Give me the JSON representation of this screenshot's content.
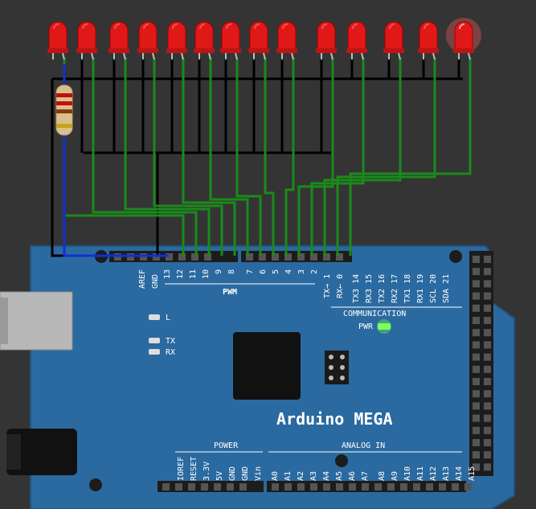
{
  "board": {
    "name": "Arduino MEGA",
    "top_header_left": [
      "AREF",
      "GND",
      "13",
      "12",
      "11",
      "10",
      "9",
      "8"
    ],
    "top_header_mid": [
      "7",
      "6",
      "5",
      "4",
      "3",
      "2",
      "TX→ 1",
      "RX← 0"
    ],
    "top_header_right": [
      "TX3 14",
      "RX3 15",
      "TX2 16",
      "RX2 17",
      "TX1 18",
      "RX1 19",
      "SCL 20",
      "SDA 21"
    ],
    "pwm_label": "PWM",
    "communication_label": "COMMUNICATION",
    "pwr_label": "PWR",
    "led_l_label": "L",
    "led_tx_label": "TX",
    "led_rx_label": "RX",
    "power_label": "POWER",
    "power_pins": [
      "IOREF",
      "RESET",
      "3.3V",
      "5V",
      "GND",
      "GND",
      "Vin"
    ],
    "analog_label": "ANALOG IN",
    "analog_pins": [
      "A0",
      "A1",
      "A2",
      "A3",
      "A4",
      "A5",
      "A6",
      "A7",
      "A8",
      "A9",
      "A10",
      "A11",
      "A12",
      "A13",
      "A14",
      "A15"
    ]
  },
  "leds": {
    "count": 14,
    "color": "#e01818",
    "lit_index": 13
  },
  "colors": {
    "board": "#2a6aa0",
    "wire_ground": "#000000",
    "wire_signal": "#1a8a1a",
    "wire_resistor": "#1030d0",
    "background": "#343434",
    "pwr_led": "#7dff5a"
  }
}
